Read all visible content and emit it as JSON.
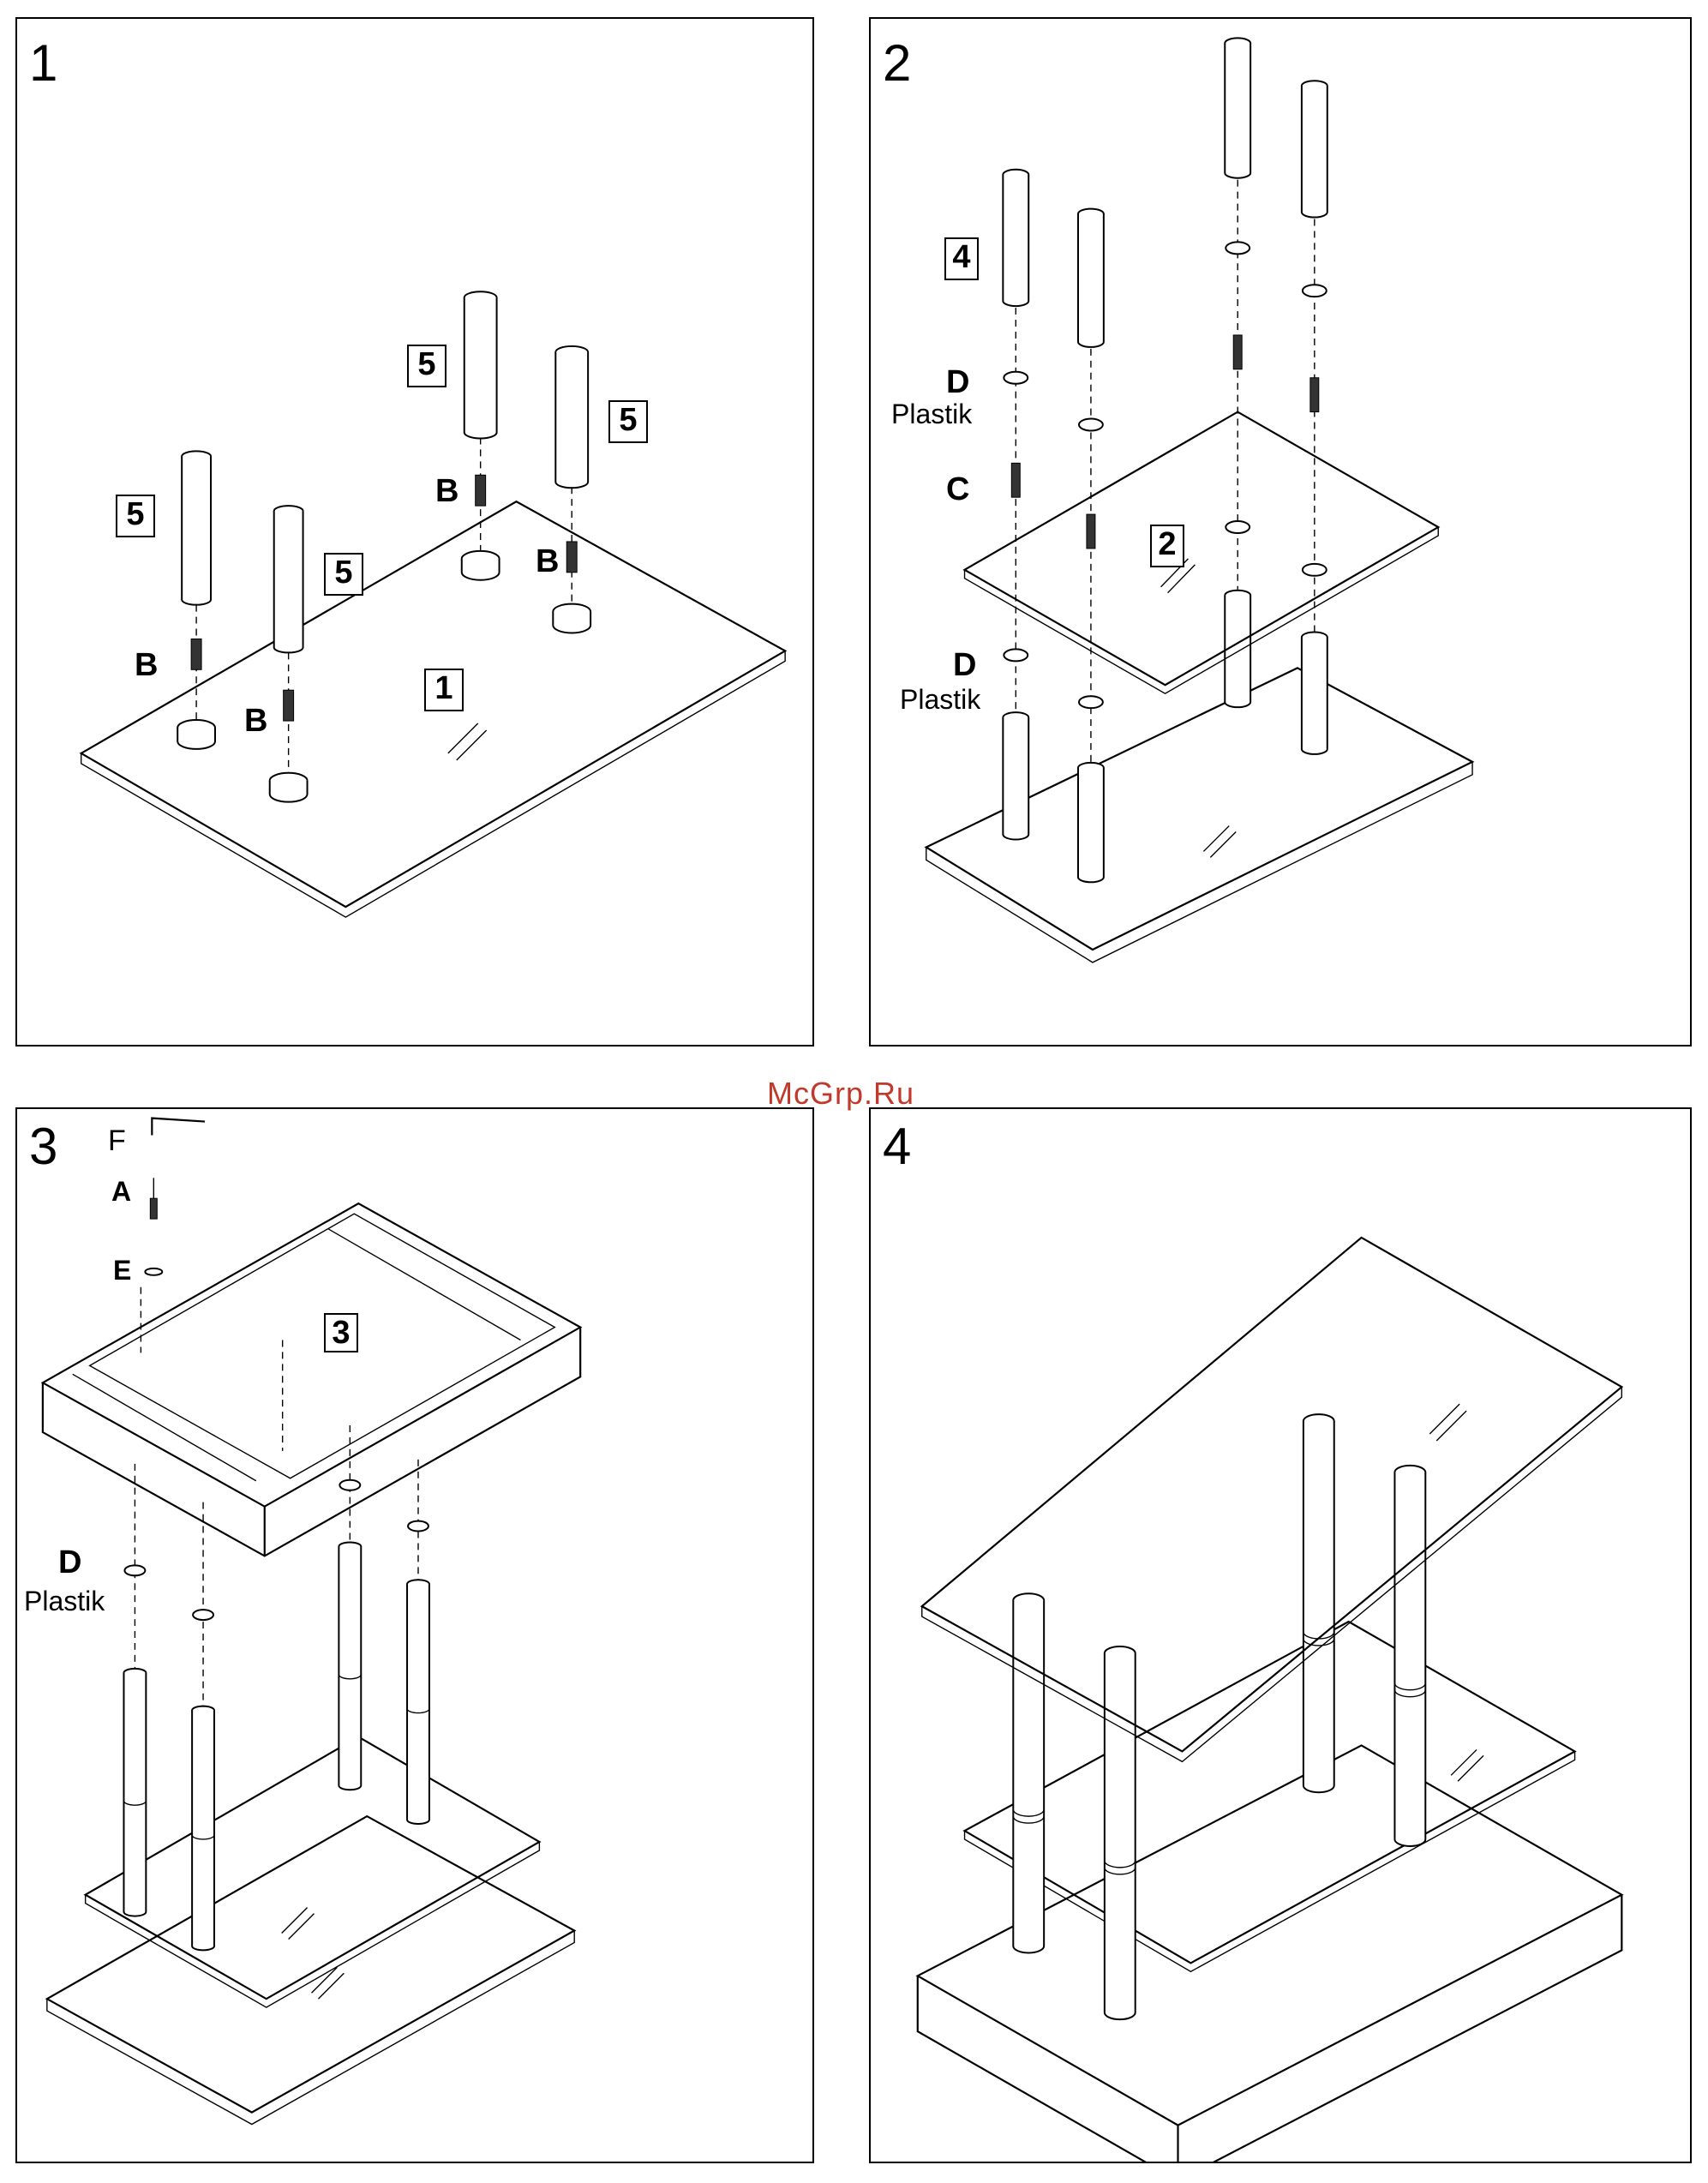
{
  "watermark": "McGrp.Ru",
  "steps": [
    {
      "number": "1",
      "parts": [
        "5",
        "5",
        "5",
        "5",
        "1"
      ],
      "labels": [
        "B",
        "B",
        "B",
        "B"
      ]
    },
    {
      "number": "2",
      "parts": [
        "4",
        "2"
      ],
      "labels": [
        "D",
        "C",
        "D"
      ],
      "sublabels": [
        "Plastik",
        "Plastik"
      ]
    },
    {
      "number": "3",
      "parts": [
        "3"
      ],
      "labels": [
        "F",
        "A",
        "E",
        "D"
      ],
      "sublabels": [
        "Plastik"
      ]
    },
    {
      "number": "4"
    }
  ]
}
